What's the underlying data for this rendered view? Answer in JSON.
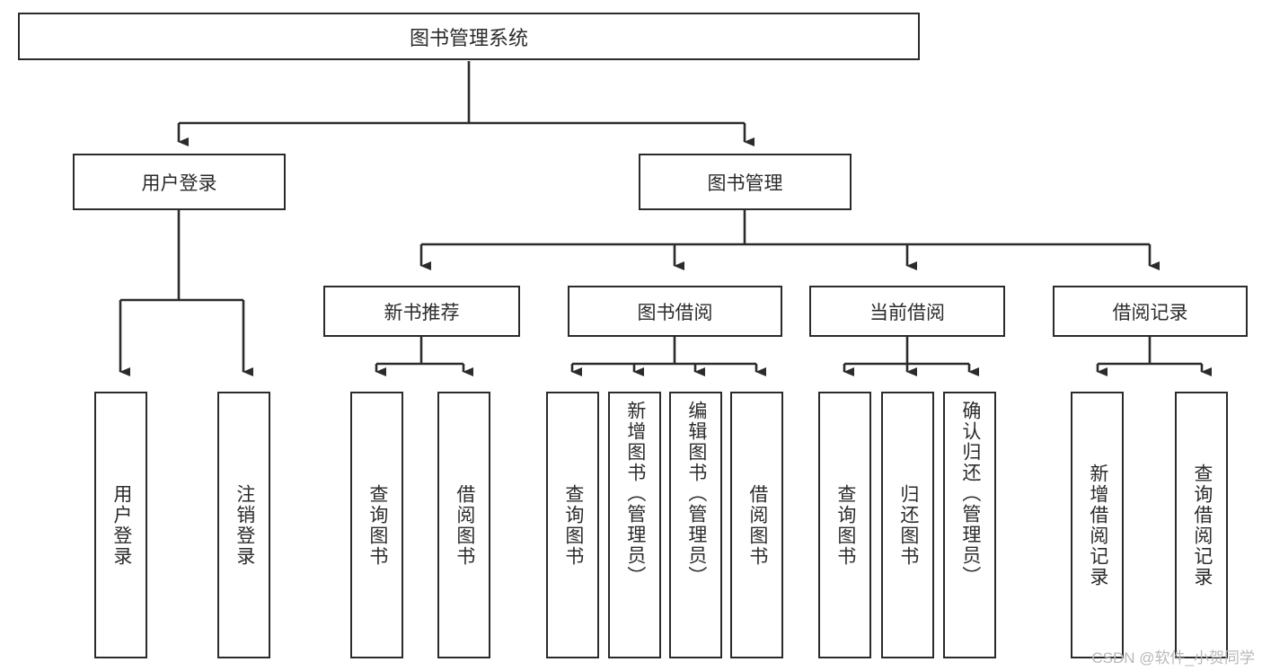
{
  "diagram": {
    "type": "tree",
    "title": "图书管理系统",
    "orientation": "top-down",
    "colors": {
      "box_border": "#2b2b2b",
      "box_fill": "#ffffff",
      "line": "#2b2b2b",
      "text": "#2b2b2b",
      "watermark": "#b9b9b9",
      "background": "#ffffff"
    },
    "root": {
      "label": "图书管理系统"
    },
    "level2": [
      {
        "label": "用户登录"
      },
      {
        "label": "图书管理"
      }
    ],
    "level3": [
      {
        "label": "新书推荐"
      },
      {
        "label": "图书借阅"
      },
      {
        "label": "当前借阅"
      },
      {
        "label": "借阅记录"
      }
    ],
    "leaves": {
      "user_login": [
        {
          "label": "用户登录"
        },
        {
          "label": "注销登录"
        }
      ],
      "new_book_recommend": [
        {
          "label": "查询图书"
        },
        {
          "label": "借阅图书"
        }
      ],
      "book_borrow": [
        {
          "label": "查询图书"
        },
        {
          "label": "新增图书（管理员）"
        },
        {
          "label": "编辑图书（管理员）"
        },
        {
          "label": "借阅图书"
        }
      ],
      "current_borrow": [
        {
          "label": "查询图书"
        },
        {
          "label": "归还图书"
        },
        {
          "label": "确认归还（管理员）"
        }
      ],
      "borrow_record": [
        {
          "label": "新增借阅记录"
        },
        {
          "label": "查询借阅记录"
        }
      ]
    }
  },
  "watermark": {
    "text": "CSDN @软件_小贺同学"
  }
}
